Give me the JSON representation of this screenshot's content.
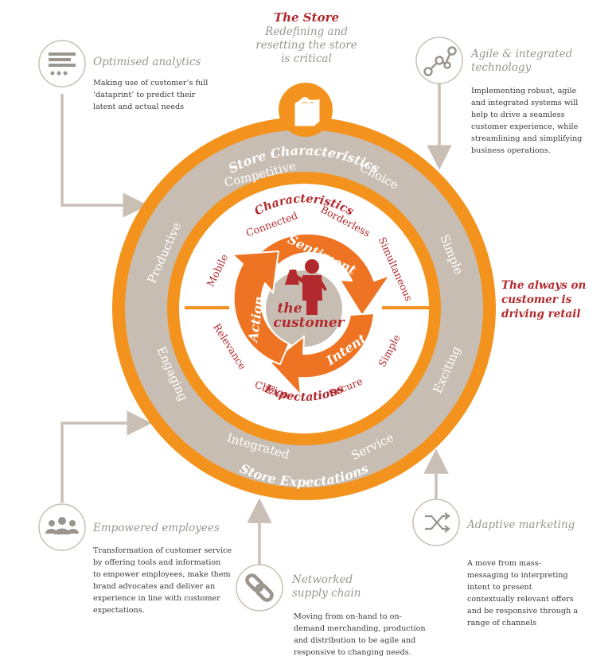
{
  "colors": {
    "orange": "#f3931d",
    "orange_dark": "#e8601c",
    "ring_grey": "#c8bdb2",
    "accent_red": "#b22a2d",
    "text_grey": "#9b9590",
    "body_text": "#3a3a3a",
    "line_grey": "#c9bfb5"
  },
  "store": {
    "title": "The Store",
    "subtitle": [
      "Redefining and",
      "resetting the store",
      "is critical"
    ],
    "icon": "shopping-bag-icon"
  },
  "always_on": [
    "The always on",
    "customer is",
    "driving retail"
  ],
  "outer_ring": {
    "top_label": "Store Characteristics",
    "bottom_label": "Store Expectations",
    "words": [
      "Competitive",
      "Choice",
      "Productive",
      "Simple",
      "Engaging",
      "Exciting",
      "Integrated",
      "Service"
    ]
  },
  "inner_ring": {
    "top_label": "Characteristics",
    "bottom_label": "Expectations",
    "words": [
      "Connected",
      "Borderless",
      "Mobile",
      "Simultaneous",
      "Relevance",
      "Simple",
      "Choice",
      "Secure"
    ]
  },
  "center": {
    "sentiment": "Sentiment",
    "action": "Action",
    "intent": "Intent",
    "the": "the",
    "customer": "customer",
    "icon": "customer-figure-icon"
  },
  "features": [
    {
      "key": "analytics",
      "icon": "analytics-list-icon",
      "title": [
        "Optimised analytics"
      ],
      "text": [
        "Making use of customer’s full",
        "‘dataprint’ to predict their",
        "latent and actual needs"
      ]
    },
    {
      "key": "agile",
      "icon": "connected-nodes-icon",
      "title": [
        "Agile & integrated",
        "technology"
      ],
      "text": [
        "Implementing robust, agile",
        "and integrated systems will",
        "help to drive a seamless",
        "customer experience, while",
        "streamlining and simplifying",
        "business operations."
      ]
    },
    {
      "key": "employees",
      "icon": "people-group-icon",
      "title": [
        "Empowered employees"
      ],
      "text": [
        "Transformation of customer service",
        "by offering tools and information",
        "to empower employees, make them",
        "brand advocates and deliver an",
        "experience in line with customer",
        "expectations."
      ]
    },
    {
      "key": "supply",
      "icon": "chain-link-icon",
      "title": [
        "Networked",
        "supply chain"
      ],
      "text": [
        "Moving from on-hand to on-",
        "demand merchanding, production",
        "and distribution to be agile and",
        "responsive to changing needs."
      ]
    },
    {
      "key": "marketing",
      "icon": "shuffle-arrows-icon",
      "title": [
        "Adaptive marketing"
      ],
      "text": [
        "A move from mass-",
        "messaging to interpreting",
        "intent to present",
        "contextually relevant offers",
        "and be responsive through a",
        "range of channels"
      ]
    }
  ]
}
